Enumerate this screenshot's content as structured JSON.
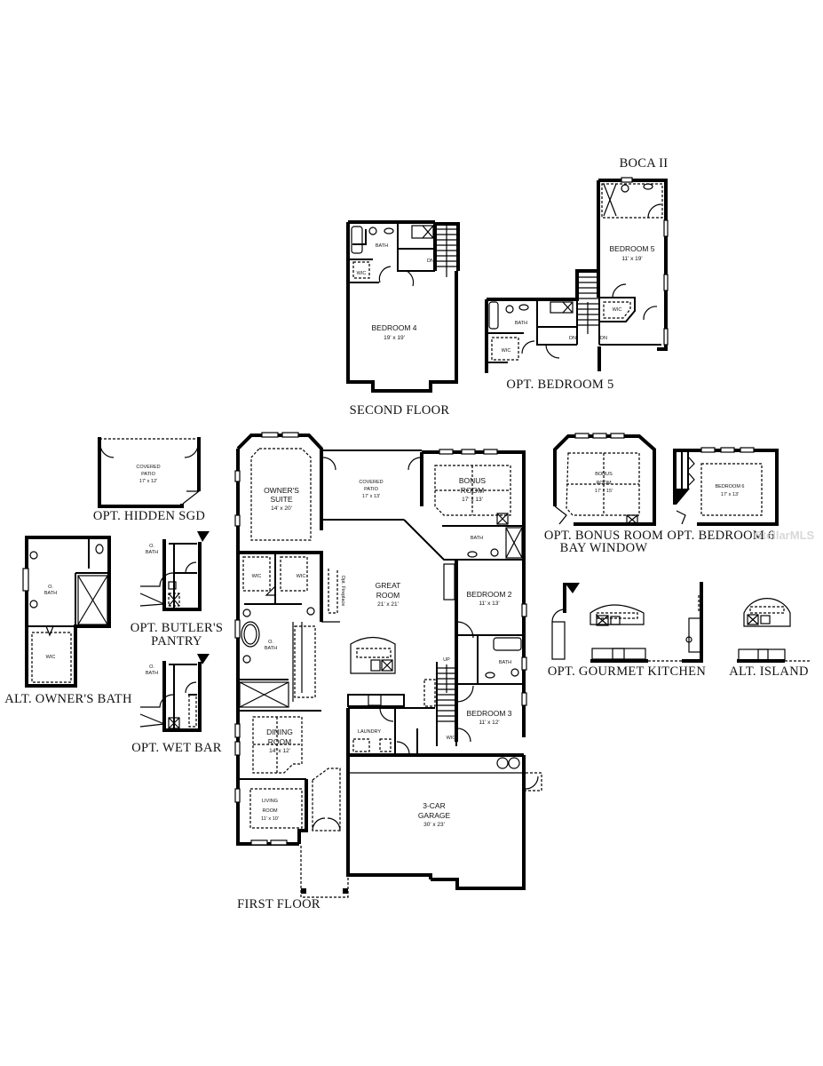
{
  "plan_name": "BOCA II",
  "watermark": "StellarMLS",
  "sections": {
    "second_floor": {
      "title": "SECOND FLOOR",
      "rooms": [
        {
          "name": "BEDROOM 4",
          "dims": "19' x 19'"
        },
        {
          "name": "BATH"
        },
        {
          "name": "WIC"
        }
      ],
      "stair_label": "DN"
    },
    "opt_bedroom_5": {
      "title": "OPT. BEDROOM 5",
      "rooms": [
        {
          "name": "BEDROOM 5",
          "dims": "11' x 19'"
        },
        {
          "name": "BATH"
        },
        {
          "name": "WIC"
        },
        {
          "name": "WIC"
        }
      ],
      "stair_labels": [
        "DN",
        "DN"
      ]
    },
    "opt_hidden_sgd": {
      "title": "OPT. HIDDEN SGD",
      "rooms": [
        {
          "name": "COVERED PATIO",
          "dims": "17' x 12'"
        }
      ]
    },
    "alt_owners_bath": {
      "title": "ALT. OWNER'S BATH",
      "rooms": [
        {
          "name": "O. BATH"
        },
        {
          "name": "WIC"
        }
      ]
    },
    "opt_butlers_pantry": {
      "title_line1": "OPT. BUTLER'S",
      "title_line2": "PANTRY",
      "rooms": [
        {
          "name": "O. BATH"
        }
      ]
    },
    "opt_wet_bar": {
      "title": "OPT. WET BAR",
      "rooms": [
        {
          "name": "O. BATH"
        }
      ]
    },
    "first_floor": {
      "title": "FIRST FLOOR",
      "rooms": [
        {
          "name_line1": "OWNER'S",
          "name_line2": "SUITE",
          "dims": "14' x 20'"
        },
        {
          "name_line1": "COVERED",
          "name_line2": "PATIO",
          "dims": "17' x 13'"
        },
        {
          "name_line1": "BONUS",
          "name_line2": "ROOM",
          "dims": "17' x 13'"
        },
        {
          "name_line1": "GREAT",
          "name_line2": "ROOM",
          "dims": "21' x 21'"
        },
        {
          "name": "BEDROOM 2",
          "dims": "11' x 13'"
        },
        {
          "name": "BEDROOM 3",
          "dims": "11' x 12'"
        },
        {
          "name_line1": "DINING",
          "name_line2": "ROOM",
          "dims": "14' x 12'"
        },
        {
          "name_line1": "LIVING",
          "name_line2": "ROOM",
          "dims": "11' x 10'"
        },
        {
          "name_line1": "3-CAR",
          "name_line2": "GARAGE",
          "dims": "30' x 23'"
        },
        {
          "name": "LAUNDRY"
        },
        {
          "name": "BATH"
        },
        {
          "name": "BATH"
        },
        {
          "name": "O. BATH"
        },
        {
          "name": "WIC"
        },
        {
          "name": "WIC"
        },
        {
          "name": "WIC"
        }
      ],
      "notes": {
        "fireplace": "Opt. Fireplace",
        "stair": "UP"
      }
    },
    "opt_bonus_bay": {
      "title_line1": "OPT. BONUS ROOM",
      "title_line2": "BAY WINDOW",
      "rooms": [
        {
          "name_line1": "BONUS",
          "name_line2": "ROOM",
          "dims": "17' x 15'"
        }
      ]
    },
    "opt_bedroom_6": {
      "title": "OPT. BEDROOM 6",
      "rooms": [
        {
          "name": "BEDROOM 6",
          "dims": "17' x 13'"
        }
      ]
    },
    "opt_gourmet_kitchen": {
      "title": "OPT. GOURMET KITCHEN"
    },
    "alt_island": {
      "title": "ALT. ISLAND"
    }
  }
}
